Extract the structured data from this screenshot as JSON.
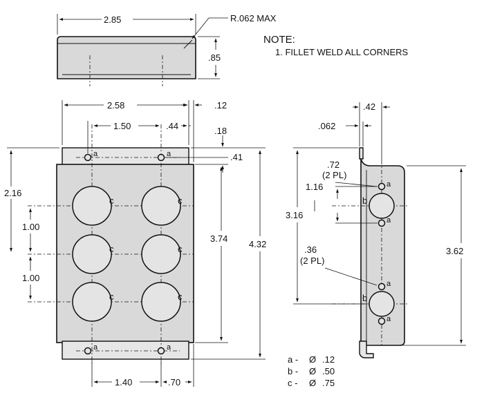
{
  "note": {
    "title": "NOTE:",
    "item": "1. FILLET WELD ALL CORNERS"
  },
  "top_view": {
    "width": "2.85",
    "height": ".85",
    "radius": "R.062 MAX"
  },
  "front_view": {
    "width_inner": "2.58",
    "flange_offset": ".12",
    "hole_spacing_x": "1.50",
    "hole_offset_x": ".44",
    "flange_depth": ".18",
    "hole_offset_y": ".41",
    "top_to_center": "2.16",
    "spacing_1": "1.00",
    "spacing_2": "1.00",
    "inner_height": "3.74",
    "overall_height": "4.32",
    "bottom_spacing": "1.40",
    "bottom_offset": ".70",
    "hole_label_a": "a",
    "hole_label_c": "c"
  },
  "side_view": {
    "top_width": ".42",
    "thickness": ".062",
    "hole_pitch": ".72",
    "hole_pitch_note": "(2 PL)",
    "hole_offset": "1.16",
    "hole_b_pos": "3.16",
    "hole_gap": ".36",
    "hole_gap_note": "(2 PL)",
    "height": "3.62",
    "hole_label_a": "a",
    "hole_label_b": "b"
  },
  "legend": [
    {
      "key": "a -",
      "symbol": "Ø",
      "value": ".12"
    },
    {
      "key": "b -",
      "symbol": "Ø",
      "value": ".50"
    },
    {
      "key": "c -",
      "symbol": "Ø",
      "value": ".75"
    }
  ]
}
